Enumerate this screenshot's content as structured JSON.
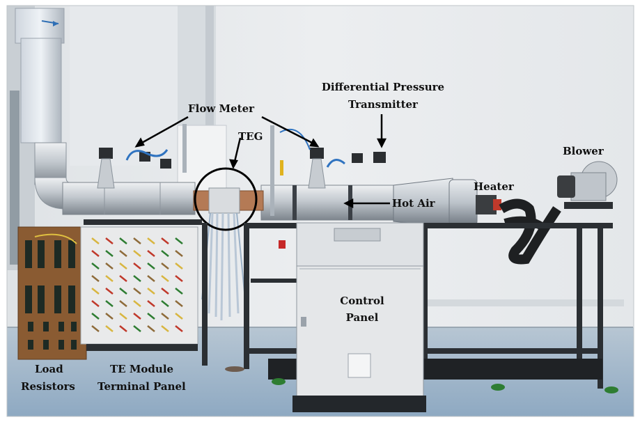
{
  "labels": {
    "flow_meter": "Flow Meter",
    "teg": "TEG",
    "dpt_line1": "Differential Pressure",
    "dpt_line2": "Transmitter",
    "blower": "Blower",
    "heater": "Heater",
    "hot_air": "Hot Air",
    "control_line1": "Control",
    "control_line2": "Panel",
    "load_line1": "Load",
    "load_line2": "Resistors",
    "te_line1": "TE Module",
    "te_line2": "Terminal Panel"
  },
  "colors": {
    "wall": "#e9ebee",
    "floor": "#9fb6cc",
    "pipe": "#c9ced4",
    "panel": "#e4e6e8",
    "frame": "#2b2f33",
    "board": "#8a5b32",
    "annotation": "#111111"
  }
}
